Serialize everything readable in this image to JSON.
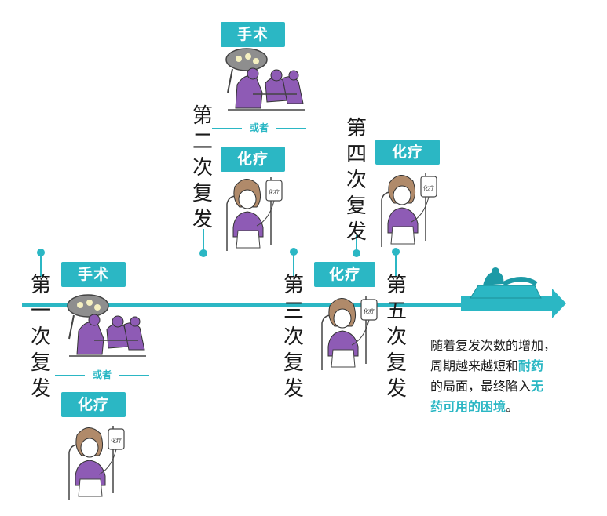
{
  "labels": {
    "first": [
      "第",
      "一",
      "次",
      "复",
      "发"
    ],
    "second": [
      "第",
      "二",
      "次",
      "复",
      "发"
    ],
    "third": [
      "第",
      "三",
      "次",
      "复",
      "发"
    ],
    "fourth": [
      "第",
      "四",
      "次",
      "复",
      "发"
    ],
    "fifth": [
      "第",
      "五",
      "次",
      "复",
      "发"
    ]
  },
  "treatments": {
    "surgery": "手术",
    "chemo": "化疗",
    "or": "或者",
    "iv_bag_text": "化疗"
  },
  "note": {
    "line1": "随着复发次数的增加，",
    "line2_pre": "周期越来越短和",
    "line2_hl": "耐药",
    "line3_pre": "的局面，最终陷入",
    "line3_hl": "无",
    "line4_hl": "药可用的困境",
    "line4_post": "。"
  },
  "colors": {
    "accent": "#2bb7c4",
    "purple": "#8e5bb5",
    "hair": "#b08a6a",
    "text": "#1a1a1a"
  }
}
